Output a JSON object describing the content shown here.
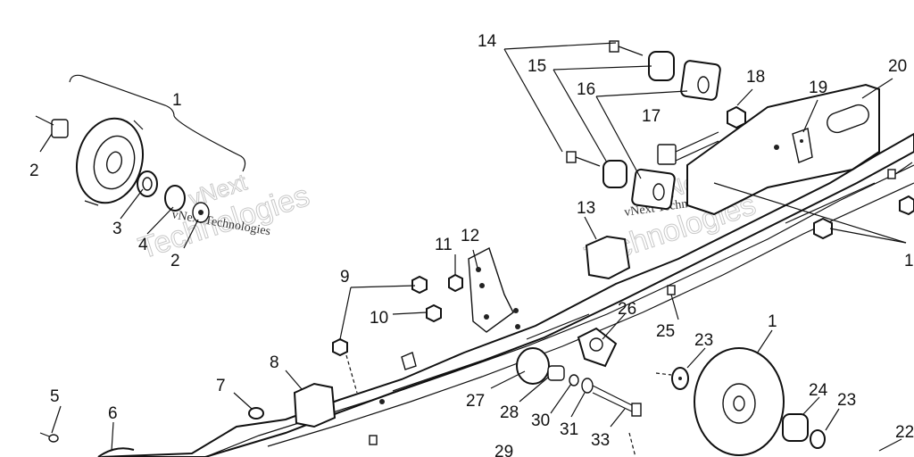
{
  "diagram": {
    "watermark_main": "Technologies",
    "watermark_small": "vNext Technologies",
    "watermark_corner": "vNext",
    "callouts": {
      "c1a": "1",
      "c1b": "1",
      "c2a": "2",
      "c2b": "2",
      "c3": "3",
      "c4": "4",
      "c5": "5",
      "c6": "6",
      "c7": "7",
      "c8": "8",
      "c9": "9",
      "c10": "10",
      "c11": "11",
      "c12": "12",
      "c13": "13",
      "c14": "14",
      "c15": "15",
      "c16": "16",
      "c17": "17",
      "c18": "18",
      "c19": "19",
      "c20": "20",
      "c21": "1",
      "c22": "22",
      "c23a": "23",
      "c23b": "23",
      "c24": "24",
      "c25": "25",
      "c26": "26",
      "c27": "27",
      "c28": "28",
      "c29": "29",
      "c30": "30",
      "c31": "31",
      "c33": "33"
    }
  }
}
